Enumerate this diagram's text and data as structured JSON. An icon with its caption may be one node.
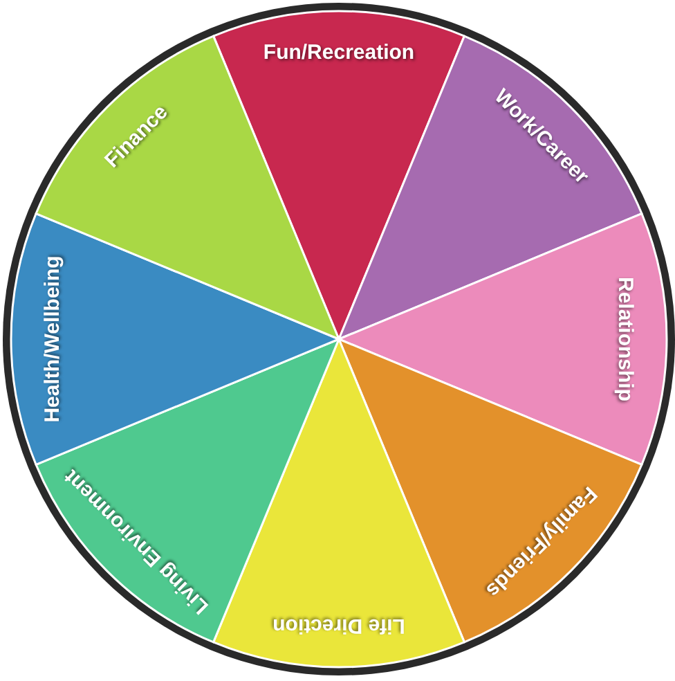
{
  "diagram": {
    "nodes": [
      {
        "text": [
          "Fun/Recreation"
        ]
      },
      {
        "text": [
          "Work/Career"
        ]
      },
      {
        "text": [
          "Relationship"
        ]
      },
      {
        "text": [
          "Family/Friends"
        ]
      },
      {
        "text": [
          "Life Direction"
        ]
      },
      {
        "text": [
          "Living Environment"
        ]
      },
      {
        "text": [
          "Health/Wellbeing"
        ]
      },
      {
        "text": [
          "Finance"
        ]
      }
    ]
  }
}
